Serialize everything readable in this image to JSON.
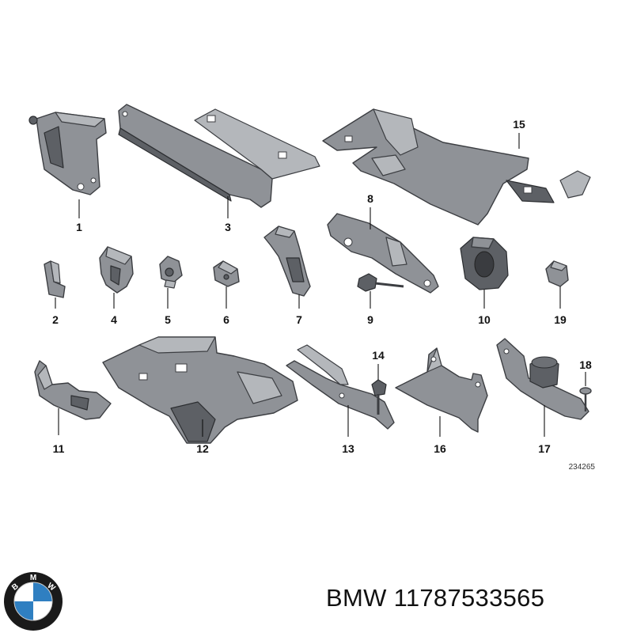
{
  "diagram": {
    "callouts": [
      "1",
      "3",
      "15",
      "8",
      "2",
      "4",
      "5",
      "6",
      "7",
      "9",
      "10",
      "19",
      "11",
      "12",
      "13",
      "14",
      "16",
      "17",
      "18"
    ],
    "drawing_number": "234265"
  },
  "brand": {
    "name": "BMW",
    "part_number": "11787533565",
    "logo_letters": [
      "B",
      "M",
      "W"
    ],
    "logo_colors": {
      "ring": "#1a1a1a",
      "blue": "#2f7fc1",
      "white": "#ffffff"
    }
  }
}
